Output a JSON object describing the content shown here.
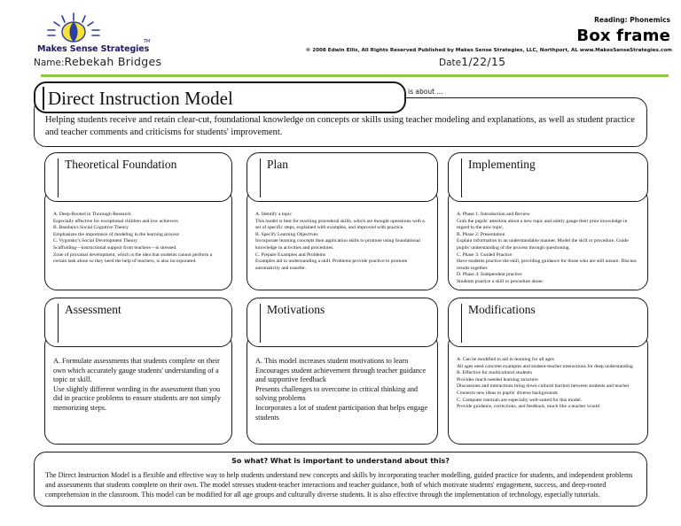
{
  "header": {
    "brand": "Makes Sense Strategies",
    "trademark": "TM",
    "logo_icon": "lightbulb-sun-icon",
    "name_label": "Name:",
    "name_value": "Rebekah Bridges",
    "date_label": "Date",
    "date_value": "1/22/15",
    "topic": "Reading: Phonemics",
    "frame_type": "Box frame",
    "copyright": "© 2008 Edwin Ellis, All Rights Reserved   Published by Makes Sense Strategies, LLC, Northport, AL   www.MakesSenseStrategies.com",
    "rule_color": "#8dc63f"
  },
  "title": {
    "heading": "Direct Instruction Model",
    "is_about_label": "is about ...",
    "is_about_text": "Helping students receive and retain clear-cut, foundational knowledge on concepts or skills using teacher modeling and explanations, as well as student practice and teacher comments and criticisms for students' improvement."
  },
  "boxes": [
    {
      "id": "theoretical-foundation",
      "label": "Theoretical Foundation",
      "lines": [
        "A. Deep-Rooted in Thorough Research",
        "Especially effective for exceptional children and low achievers",
        "B. Bandura's Social Cognitive Theory",
        "Emphasizes the importance of modeling in the learning process",
        "C. Vygotsky's Social Development Theory",
        "Scaffolding—instructional support from teachers—is stressed.",
        "Zone of proximal development, which is the idea that students cannot perform a certain task alone so they need the help of teachers, is also incorporated."
      ]
    },
    {
      "id": "plan",
      "label": "Plan",
      "lines": [
        "A. Identify a topic",
        "This model is best for teaching procedural skills, which are thought operations with a set of specific steps, explained with examples, and improved with practice.",
        "B. Specify Learning Objectives",
        "Incorporate learning concepts then application skills to promote using foundational knowledge in activities and procedures.",
        "C. Prepare Examples and Problems",
        "Examples aid in understanding a skill. Problems provide practice to promote automaticity and transfer."
      ]
    },
    {
      "id": "implementing",
      "label": "Implementing",
      "lines": [
        "A. Phase 1: Introduction and Review",
        "Grab the pupils' attention about a new topic and subtly gauge their prior knowledge in regard to the new topic.",
        "B. Phase 2: Presentation",
        "Explain information in an understandable manner. Model the skill or procedure. Guide pupils' understanding of the process through questioning.",
        "C. Phase 3: Guided Practice",
        "Have students practice the skill, providing guidance for those who are still unsure. Discuss results together.",
        "D. Phase 4: Independent practice",
        "Students practice a skill or procedure alone."
      ]
    },
    {
      "id": "assessment",
      "label": "Assessment",
      "lines": [
        "A. Formulate assessments that students complete on their own which accurately gauge students' understanding of a topic or skill.",
        "Use slightly different wording in the assessment than you did in practice problems to ensure students are not simply memorizing steps."
      ]
    },
    {
      "id": "motivations",
      "label": "Motivations",
      "lines": [
        "A. This model increases student motivations to learn",
        "Encourages student achievement through teacher guidance and supportive feedback",
        "Presents challenges to overcome in critical thinking and solving problems",
        "Incorporates a lot of student participation that helps engage students"
      ]
    },
    {
      "id": "modifications",
      "label": "Modifications",
      "lines": [
        "A.  Can be modified to aid in learning for all ages",
        "All ages need concrete examples and student-teacher interactions for deep understanding",
        "B. Effective for multicultural students",
        "Provides much-needed learning structure",
        "Discussions and interactions bring down cultural barriers between students and teacher",
        "Connects new ideas to pupils' diverse backgrounds",
        "C. Computer tutorials are especially well-suited for this model.",
        "Provide guidance, corrections, and feedback, much like a teacher would"
      ]
    }
  ],
  "so_what": {
    "title": "So what? What is important to understand about this?",
    "text": "The Direct Instruction Model is a flexible and effective way to help students understand new concepts and skills by incorporating teacher modelling, guided practice for students, and independent problems and assessments that students complete on their own. The model stresses student-teacher interactions and teacher guidance, both of which motivate students' engagement, success, and deep-rooted comprehension in the classroom. This model can be modified for all age groups and culturally diverse students. It is also effective through the implementation of technology, especially tutorials."
  }
}
